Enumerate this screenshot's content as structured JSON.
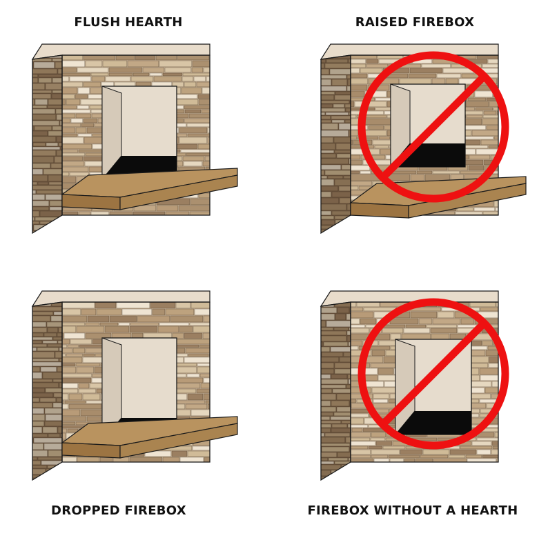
{
  "captions": {
    "flush_hearth": "FLUSH HEARTH",
    "raised_firebox": "RAISED FIREBOX",
    "dropped_firebox": "DROPPED FIREBOX",
    "firebox_without_hearth": "FIREBOX WITHOUT A HEARTH"
  },
  "panels": [
    {
      "caption_key": "flush_hearth",
      "firebox": "flush",
      "hearth": true,
      "prohibited": false
    },
    {
      "caption_key": "raised_firebox",
      "firebox": "raised",
      "hearth": true,
      "prohibited": true
    },
    {
      "caption_key": "dropped_firebox",
      "firebox": "dropped",
      "hearth": true,
      "prohibited": false
    },
    {
      "caption_key": "firebox_without_hearth",
      "firebox": "flush",
      "hearth": false,
      "prohibited": true
    }
  ],
  "colors": {
    "stone_base": "#cdb89a",
    "stone_dark": "#8c7257",
    "stone_light": "#ece1cf",
    "mantel_top": "#e8dccb",
    "firebox_wall": "#e6dccd",
    "firebox_floor": "#0b0b0b",
    "hearth_top": "#b9935f",
    "hearth_front": "#9c7442",
    "prohibited_red": "#ee1111",
    "outline": "#1a1a1a"
  }
}
